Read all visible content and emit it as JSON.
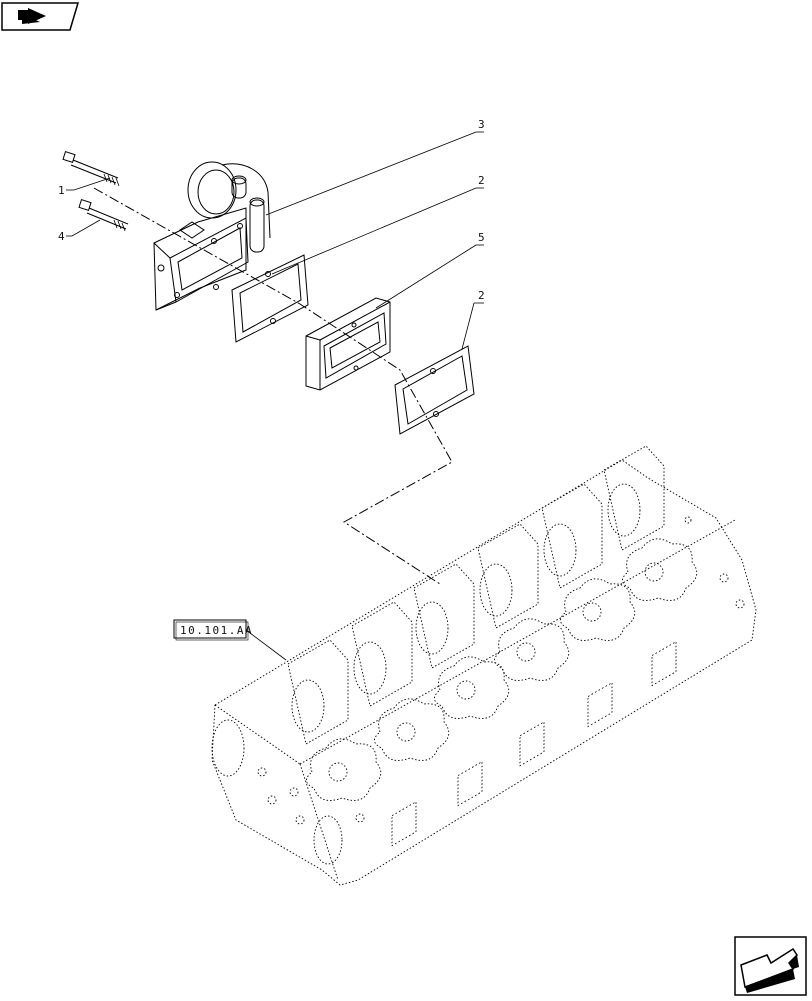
{
  "navigation": {
    "back_icon": "previous-page-arrow-icon",
    "next_icon": "next-page-arrow-icon"
  },
  "diagram": {
    "reference": "10.101.AA",
    "callouts": {
      "bolt_long": "1",
      "gasket_upper": "2",
      "housing": "3",
      "bolt_short": "4",
      "spacer": "5",
      "gasket_lower": "2"
    }
  }
}
